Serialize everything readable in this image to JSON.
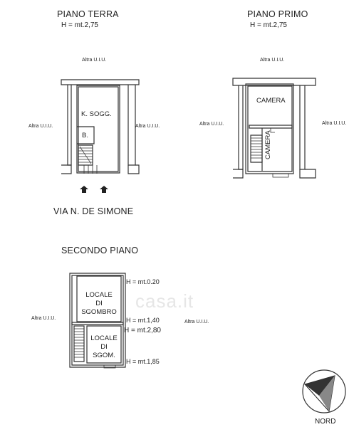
{
  "ground": {
    "title": "PIANO TERRA",
    "height": "H = mt.2,75",
    "top_neighbor": "Altra U.I.U.",
    "left_neighbor": "Altra U.I.U.",
    "right_neighbor": "Altra U.I.U.",
    "room_kitchen": "K. SOGG.",
    "room_bath": "B."
  },
  "first": {
    "title": "PIANO PRIMO",
    "height": "H = mt.2,75",
    "top_neighbor": "Altra U.I.U.",
    "left_neighbor": "Altra U.I.U.",
    "right_neighbor": "Altra U.I.U.",
    "room_top": "CAMERA",
    "room_bottom": "CAMERA"
  },
  "street": "VIA N. DE SIMONE",
  "second": {
    "title": "SECONDO PIANO",
    "left_neighbor": "Altra U.I.U.",
    "right_neighbor": "Altra U.I.U.",
    "room_top": "LOCALE\nDI\nSGOMBRO",
    "room_bottom": "LOCALE\nDI\nSGOM.",
    "h_top": "H = mt.0.20",
    "h_mid": "H = mt.1,40",
    "h_mid2": "H = mt.2,80",
    "h_bottom": "H = mt.1,85"
  },
  "watermark": "casa.it",
  "compass": {
    "label": "NORD",
    "icon": "north-arrow-icon"
  }
}
